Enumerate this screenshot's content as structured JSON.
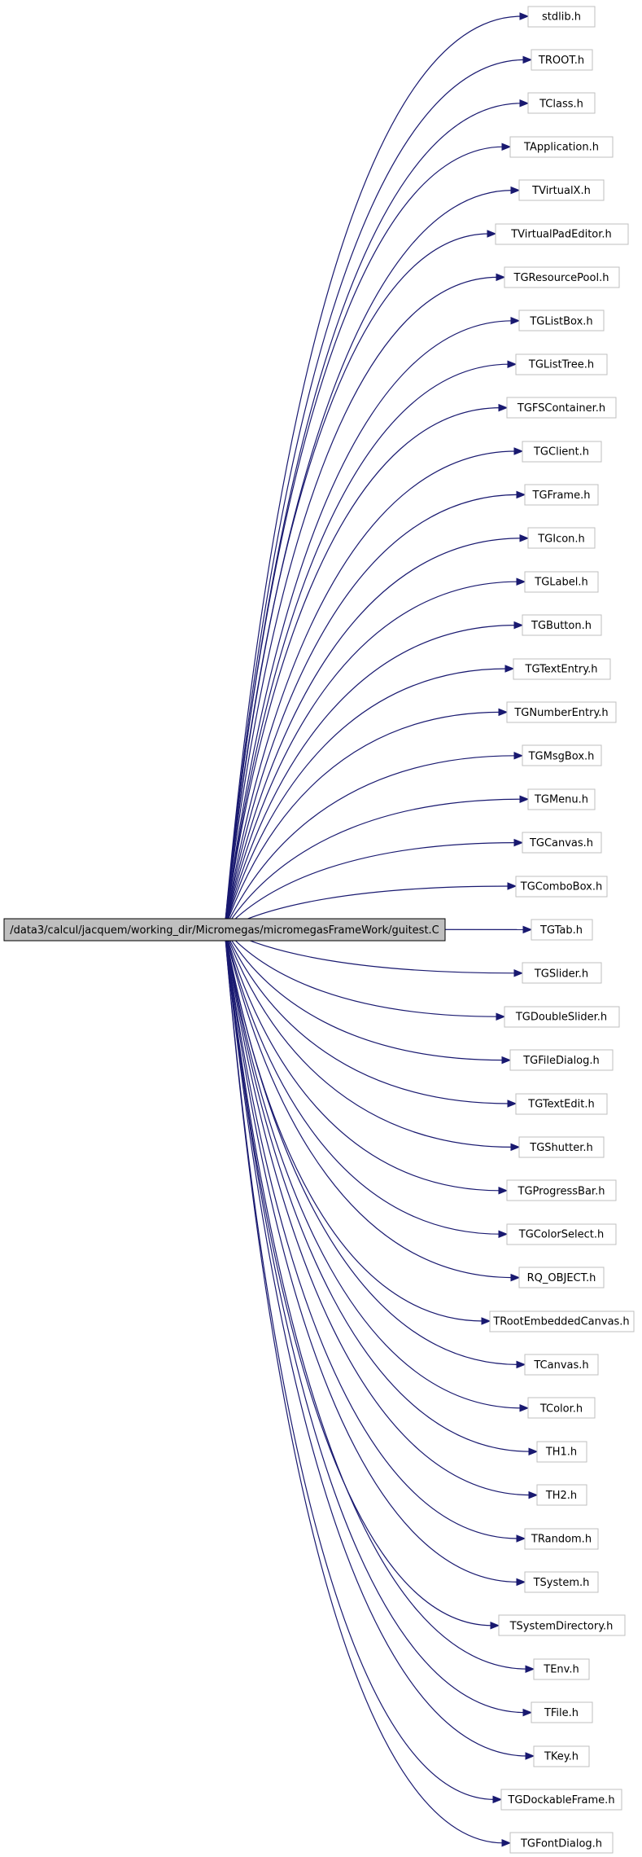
{
  "root": {
    "label": "/data3/calcul/jacquem/working_dir/Micromegas/micromegasFrameWork/guitest.C"
  },
  "includes": [
    "stdlib.h",
    "TROOT.h",
    "TClass.h",
    "TApplication.h",
    "TVirtualX.h",
    "TVirtualPadEditor.h",
    "TGResourcePool.h",
    "TGListBox.h",
    "TGListTree.h",
    "TGFSContainer.h",
    "TGClient.h",
    "TGFrame.h",
    "TGIcon.h",
    "TGLabel.h",
    "TGButton.h",
    "TGTextEntry.h",
    "TGNumberEntry.h",
    "TGMsgBox.h",
    "TGMenu.h",
    "TGCanvas.h",
    "TGComboBox.h",
    "TGTab.h",
    "TGSlider.h",
    "TGDoubleSlider.h",
    "TGFileDialog.h",
    "TGTextEdit.h",
    "TGShutter.h",
    "TGProgressBar.h",
    "TGColorSelect.h",
    "RQ_OBJECT.h",
    "TRootEmbeddedCanvas.h",
    "TCanvas.h",
    "TColor.h",
    "TH1.h",
    "TH2.h",
    "TRandom.h",
    "TSystem.h",
    "TSystemDirectory.h",
    "TEnv.h",
    "TFile.h",
    "TKey.h",
    "TGDockableFrame.h",
    "TGFontDialog.h"
  ],
  "colors": {
    "edge": "#191970",
    "root_fill": "#bfbfbf",
    "node_border": "#bfbfbf"
  }
}
